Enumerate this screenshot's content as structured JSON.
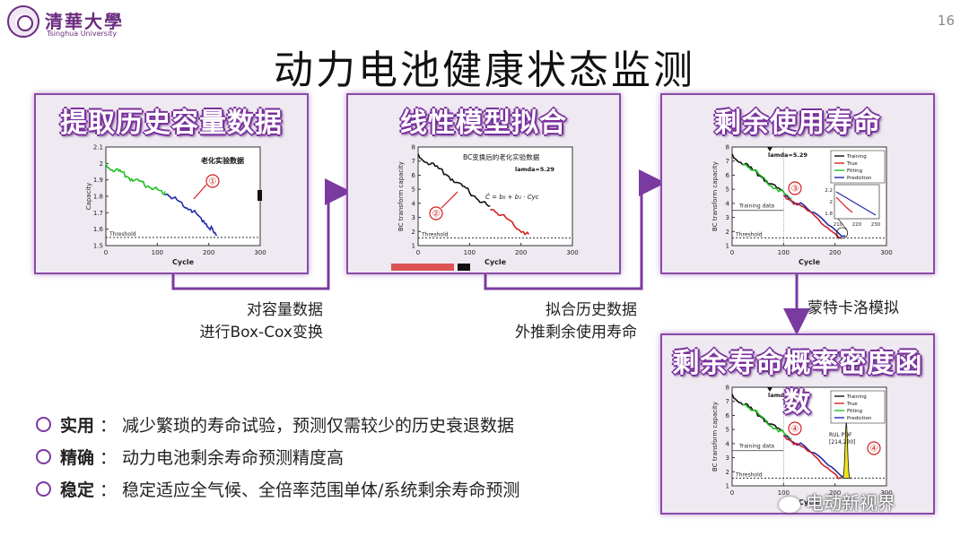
{
  "header": {
    "logo_cn": "清華大學",
    "logo_en": "Tsinghua University",
    "page_number": "16",
    "title": "动力电池健康状态监测"
  },
  "panels": [
    {
      "title": "提取历史容量数据"
    },
    {
      "title": "线性模型拟合"
    },
    {
      "title": "剩余使用寿命"
    },
    {
      "title": "剩余寿命概率密度函数"
    }
  ],
  "captions": {
    "step1_line1": "对容量数据",
    "step1_line2": "进行Box-Cox变换",
    "step2_line1": "拟合历史数据",
    "step2_line2": "外推剩余使用寿命",
    "step3": "蒙特卡洛模拟"
  },
  "bullets": [
    {
      "key": "实用",
      "sep": "：",
      "text": "减少繁琐的寿命试验，预测仅需较少的历史衰退数据"
    },
    {
      "key": "精确",
      "sep": "：",
      "text": "动力电池剩余寿命预测精度高"
    },
    {
      "key": "稳定",
      "sep": "：",
      "text": "稳定适应全气候、全倍率范围单体/系统剩余寿命预测"
    }
  ],
  "watermark": "电动新视界",
  "chart_data": [
    {
      "type": "line",
      "xlabel": "Cycle",
      "ylabel": "Capacity",
      "xlim": [
        0,
        300
      ],
      "ylim": [
        1.5,
        2.1
      ],
      "xticks": [
        "0",
        "100",
        "200",
        "300"
      ],
      "yticks": [
        "1.5",
        "1.6",
        "1.7",
        "1.8",
        "1.9",
        "2",
        "2.1"
      ],
      "annotation": "老化实验数据",
      "marker": "①",
      "threshold_label": "Threshold",
      "threshold": 1.55,
      "series": [
        {
          "color": "#22c022",
          "x": [
            0,
            15,
            30,
            45,
            60,
            75,
            90,
            105,
            115
          ],
          "y": [
            2.0,
            1.97,
            1.95,
            1.92,
            1.9,
            1.88,
            1.86,
            1.84,
            1.83
          ]
        },
        {
          "color": "#1f2aa8",
          "x": [
            115,
            130,
            145,
            160,
            175,
            190,
            205,
            215
          ],
          "y": [
            1.83,
            1.8,
            1.77,
            1.74,
            1.7,
            1.66,
            1.61,
            1.56
          ]
        }
      ]
    },
    {
      "type": "line",
      "title": "BC变换后的老化实验数据",
      "xlabel": "Cycle",
      "ylabel": "BC transform capacity",
      "xlim": [
        0,
        300
      ],
      "ylim": [
        1,
        8
      ],
      "xticks": [
        "0",
        "100",
        "200",
        "300"
      ],
      "yticks": [
        "1",
        "2",
        "3",
        "4",
        "5",
        "6",
        "7",
        "8"
      ],
      "annotation": "lamda=5.29",
      "equation": "Ĉ = b₀ + b₁ · Cyc",
      "marker": "②",
      "threshold_label": "Threshold",
      "threshold": 1.55,
      "series": [
        {
          "color": "#111111",
          "x": [
            0,
            20,
            40,
            60,
            80,
            100,
            120,
            140
          ],
          "y": [
            7.5,
            7.0,
            6.5,
            6.0,
            5.4,
            4.9,
            4.3,
            3.8
          ]
        },
        {
          "color": "#d42020",
          "x": [
            140,
            160,
            180,
            200,
            215
          ],
          "y": [
            3.8,
            3.3,
            2.8,
            2.2,
            1.8
          ]
        }
      ]
    },
    {
      "type": "line",
      "xlabel": "Cycle",
      "ylabel": "BC transform capacity",
      "xlim": [
        0,
        300
      ],
      "ylim": [
        1,
        8
      ],
      "xticks": [
        "0",
        "100",
        "200",
        "300"
      ],
      "yticks": [
        "1",
        "2",
        "3",
        "4",
        "5",
        "6",
        "7",
        "8"
      ],
      "annotation": "lamda=5.29",
      "marker": "③",
      "band_label": "Training data",
      "threshold_label": "Threshold",
      "threshold": 1.55,
      "legend": [
        "Training",
        "True",
        "Fitting",
        "Prediction"
      ],
      "legend_colors": [
        "#111111",
        "#d42020",
        "#22c022",
        "#1f2aa8"
      ],
      "inset": {
        "xticks": [
          "210",
          "220",
          "230"
        ],
        "yticks": [
          "1.8",
          "2",
          "2.2"
        ]
      },
      "series": [
        {
          "color": "#111111",
          "x": [
            0,
            20,
            40,
            60,
            80,
            100
          ],
          "y": [
            7.5,
            7.0,
            6.4,
            5.9,
            5.3,
            4.8
          ]
        },
        {
          "color": "#22c022",
          "x": [
            20,
            40,
            60,
            80,
            100,
            115
          ],
          "y": [
            7.0,
            6.5,
            5.9,
            5.3,
            4.8,
            4.4
          ]
        },
        {
          "color": "#1f2aa8",
          "x": [
            100,
            140,
            180,
            220
          ],
          "y": [
            4.8,
            3.8,
            2.8,
            1.7
          ]
        },
        {
          "color": "#d42020",
          "x": [
            100,
            140,
            180,
            212
          ],
          "y": [
            4.7,
            3.7,
            2.6,
            1.6
          ]
        }
      ]
    },
    {
      "type": "line",
      "xlabel": "Cycle",
      "ylabel": "BC transform capacity",
      "xlim": [
        0,
        300
      ],
      "ylim": [
        1,
        8
      ],
      "xticks": [
        "0",
        "100",
        "200",
        "300"
      ],
      "yticks": [
        "1",
        "2",
        "3",
        "4",
        "5",
        "6",
        "7",
        "8"
      ],
      "annotation": "lamda=5.29",
      "marker": "④",
      "band_label": "Training data",
      "threshold_label": "Threshold",
      "threshold": 1.55,
      "pdf_label": "RUL PDF",
      "pdf_range": "[214,230]",
      "legend": [
        "Training",
        "True",
        "Fitting",
        "Prediction"
      ],
      "legend_colors": [
        "#111111",
        "#d42020",
        "#22c022",
        "#1f2aa8"
      ],
      "series": [
        {
          "color": "#111111",
          "x": [
            0,
            20,
            40,
            60,
            80,
            100
          ],
          "y": [
            7.5,
            7.0,
            6.4,
            5.9,
            5.3,
            4.8
          ]
        },
        {
          "color": "#22c022",
          "x": [
            20,
            40,
            60,
            80,
            100,
            115
          ],
          "y": [
            7.0,
            6.5,
            5.9,
            5.3,
            4.8,
            4.4
          ]
        },
        {
          "color": "#1f2aa8",
          "x": [
            100,
            140,
            180,
            220
          ],
          "y": [
            4.8,
            3.8,
            2.8,
            1.7
          ]
        },
        {
          "color": "#d42020",
          "x": [
            100,
            140,
            180,
            212
          ],
          "y": [
            4.7,
            3.7,
            2.6,
            1.6
          ]
        }
      ]
    }
  ]
}
